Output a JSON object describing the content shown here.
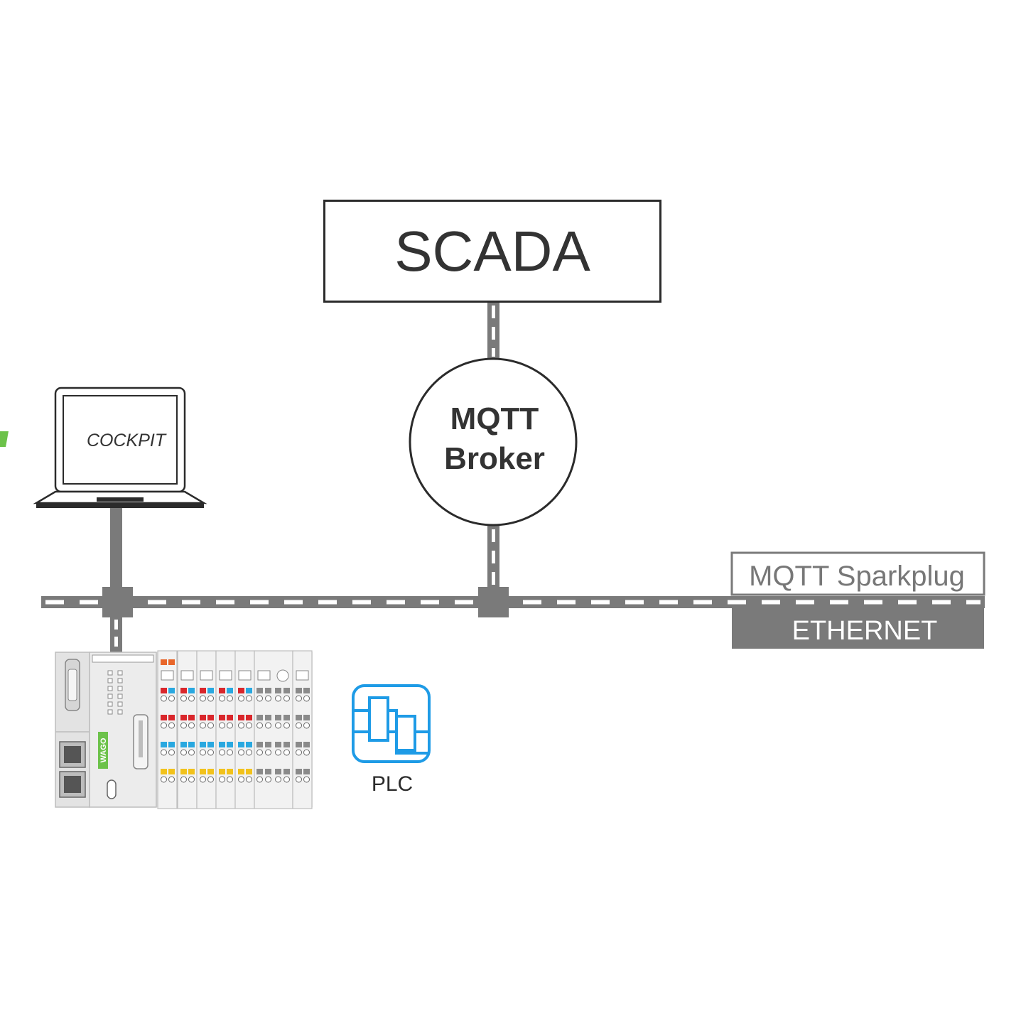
{
  "nodes": {
    "scada": {
      "label": "SCADA"
    },
    "broker": {
      "line1": "MQTT",
      "line2": "Broker"
    },
    "laptop": {
      "brand_mark": "e!",
      "screen_text": "COCKPIT"
    },
    "plc_device": {
      "vendor": "WAGO"
    },
    "plc_icon": {
      "label": "PLC"
    }
  },
  "network": {
    "protocol_label": "MQTT Sparkplug",
    "bus_label": "ETHERNET"
  },
  "colors": {
    "line": "#2b2b2b",
    "bus_gray": "#7a7a7a",
    "plc_icon_blue": "#1e9be6",
    "cockpit_green": "#6cc24a",
    "wago_green": "#6cc24a",
    "module_red": "#d9262b",
    "module_blue": "#29a8e0",
    "module_yellow": "#f2c21b",
    "module_orange": "#e8662a",
    "text_dark": "#333333",
    "text_gray": "#777777"
  },
  "icons": [
    "laptop-icon",
    "plc-controller-icon",
    "plc-ladder-icon"
  ]
}
